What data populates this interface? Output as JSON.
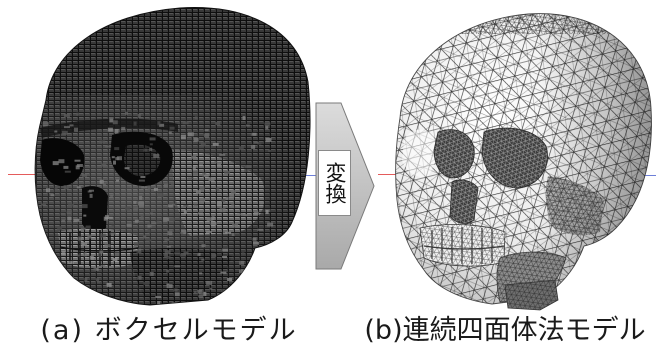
{
  "figure": {
    "panels": [
      {
        "caption": "(a) ボクセルモデル"
      },
      {
        "caption": "(b)連続四面体法モデル"
      }
    ],
    "arrow": {
      "label": "変換"
    }
  },
  "colors": {
    "voxel_base": "#383838",
    "voxel_edge": "#0e0e0e",
    "mesh_line": "#2b2b2b",
    "arrow_top": "#dcdcdc",
    "arrow_bottom": "#a9a9a9",
    "axis_red": "#e45b5b",
    "axis_blue": "#6d7fd8"
  }
}
